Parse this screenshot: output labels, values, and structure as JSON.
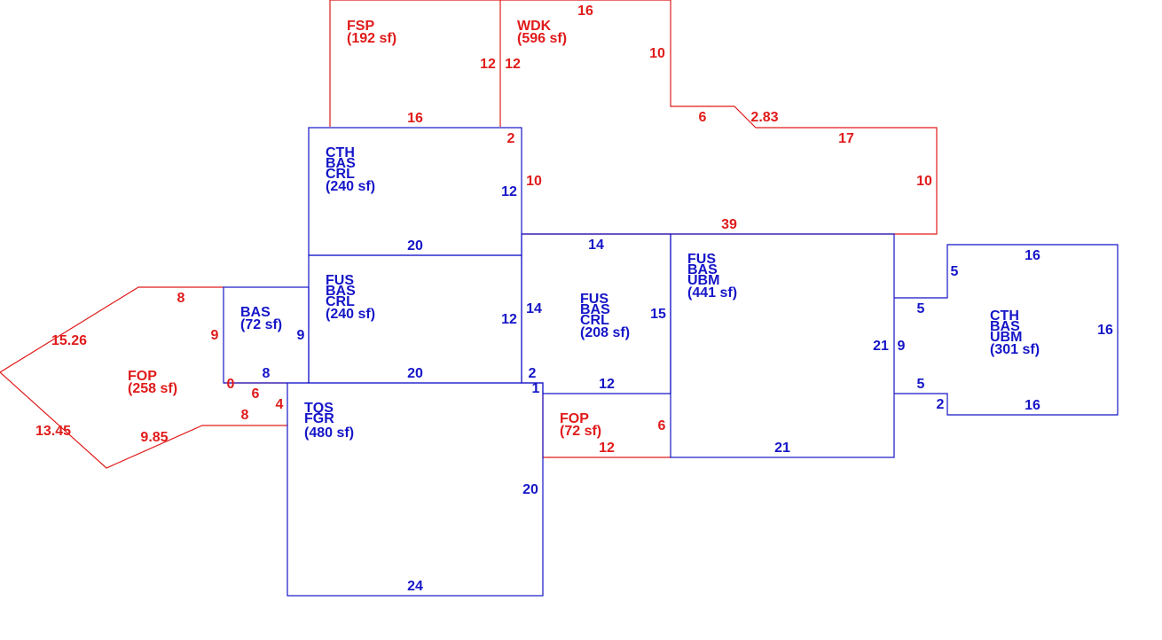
{
  "colors": {
    "outdoor": "#e01b1b",
    "living": "#1515c8",
    "background": "#ffffff"
  },
  "areas": {
    "fsp": {
      "codes": [
        "FSP"
      ],
      "area": "(192 sf)"
    },
    "wdk": {
      "codes": [
        "WDK"
      ],
      "area": "(596 sf)"
    },
    "cth_top": {
      "codes": [
        "CTH",
        "BAS",
        "CRL"
      ],
      "area": "(240 sf)"
    },
    "fus_mid": {
      "codes": [
        "FUS",
        "BAS",
        "CRL"
      ],
      "area": "(240 sf)"
    },
    "bas_small": {
      "codes": [
        "BAS"
      ],
      "area": "(72 sf)"
    },
    "fop_left": {
      "codes": [
        "FOP"
      ],
      "area": "(258 sf)"
    },
    "fus_center": {
      "codes": [
        "FUS",
        "BAS",
        "CRL"
      ],
      "area": "(208 sf)"
    },
    "fus_ubm": {
      "codes": [
        "FUS",
        "BAS",
        "UBM"
      ],
      "area": "(441 sf)"
    },
    "cth_right": {
      "codes": [
        "CTH",
        "BAS",
        "UBM"
      ],
      "area": "(301 sf)"
    },
    "tqs": {
      "codes": [
        "TQS",
        "FGR"
      ],
      "area": "(480 sf)"
    },
    "fop_small": {
      "codes": [
        "FOP"
      ],
      "area": "(72 sf)"
    }
  },
  "dimensions": {
    "fsp_right_a": "12",
    "fsp_bottom": "16",
    "wdk_top": "16",
    "wdk_left": "12",
    "wdk_step_down": "10",
    "wdk_step_run": "6",
    "wdk_diag": "2.83",
    "wdk_top_right": "17",
    "wdk_right": "10",
    "wdk_bottom": "39",
    "wdk_small_2": "2",
    "wdk_left_10": "10",
    "cth_right": "12",
    "cth_bottom": "20",
    "fus_mid_right": "12",
    "fus_mid_bottom": "20",
    "bas_top": "8",
    "bas_left": "9",
    "bas_right": "9",
    "bas_bottom": "8",
    "fop_left_upper": "15.26",
    "fop_left_lower": "13.45",
    "fop_bottom": "9.85",
    "fop_inner_8": "8",
    "fop_inner_6": "6",
    "fop_inner_0": "0",
    "fop_inner_4": "4",
    "fus_center_top": "14",
    "fus_center_left": "14",
    "fus_center_right": "15",
    "fus_center_bottom": "12",
    "fus_center_2": "2",
    "fus_center_1": "1",
    "fus_ubm_left": "21",
    "fus_ubm_bottom": "21",
    "cth_right_top": "16",
    "cth_right_side": "16",
    "cth_right_bottom": "16",
    "cth_right_5a": "5",
    "cth_right_5b": "5",
    "cth_right_5c": "5",
    "cth_right_9": "9",
    "cth_right_2": "2",
    "tqs_right": "20",
    "tqs_bottom": "24",
    "fop_small_right": "6",
    "fop_small_bottom": "12"
  }
}
